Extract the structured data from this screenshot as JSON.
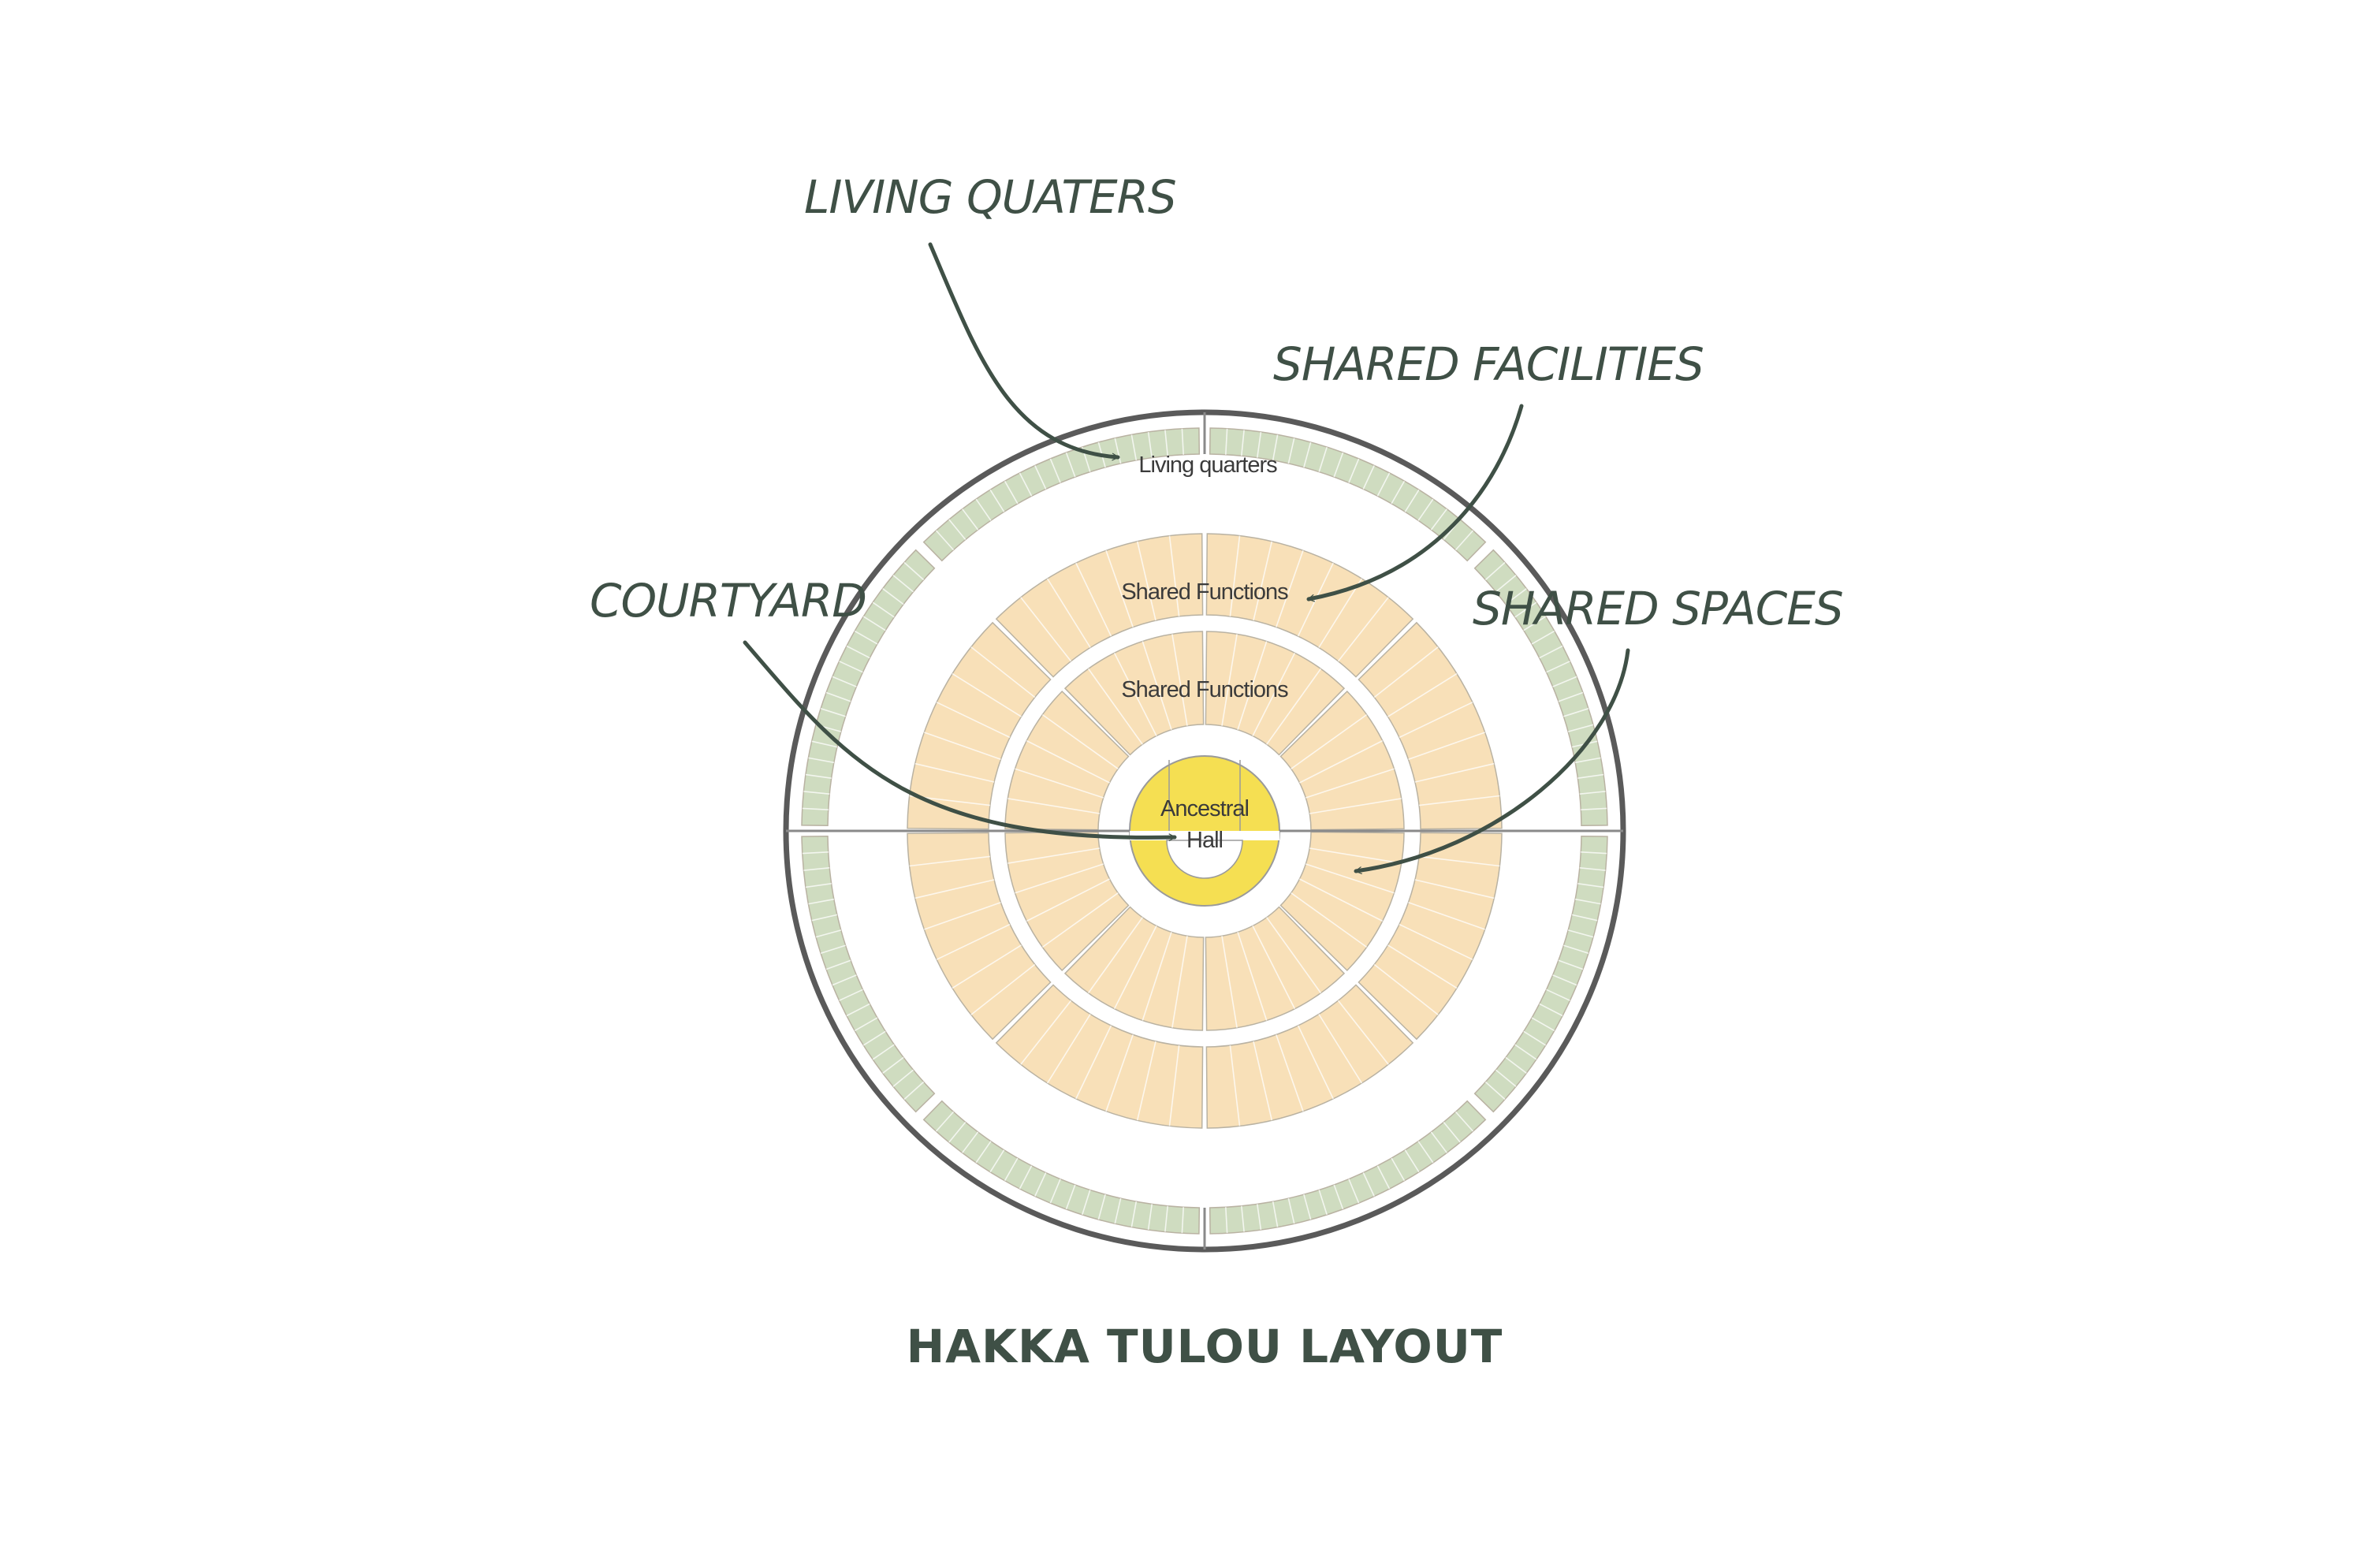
{
  "diagram": {
    "title": "HAKKA TULOU LAYOUT",
    "callouts": {
      "living_quarters": "LIVING QUATERS",
      "shared_facilities": "SHARED FACILITIES",
      "courtyard": "COURTYARD",
      "shared_spaces": "SHARED SPACES"
    },
    "plan_labels": {
      "living_quarters": "Living quarters",
      "shared_functions_outer": "Shared Functions",
      "shared_functions_inner": "Shared Functions",
      "ancestral_hall_line1": "Ancestral",
      "ancestral_hall_line2": "Hall"
    },
    "colors": {
      "ink": "#3f5046",
      "outline": "#5a5a5a",
      "living_ring": "#cfdcc0",
      "shared_rings": "#f8e0b8",
      "ancestral_hall": "#f5df52"
    }
  }
}
